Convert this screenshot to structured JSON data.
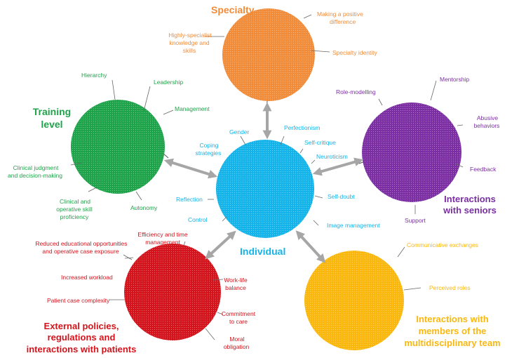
{
  "colors": {
    "specialty": "#F08C3A",
    "training": "#1FA34A",
    "individual": "#14B4EA",
    "seniors": "#7B2FA3",
    "external": "#D4141C",
    "team": "#FAB80F",
    "arrow": "#A6A6A6"
  },
  "specialty": {
    "title": "Specialty",
    "labels": [
      "Making a positive",
      "difference",
      "Highly-specialist",
      "knowledge and",
      "skills",
      "Specialty identity"
    ]
  },
  "training": {
    "title_line1": "Training",
    "title_line2": "level",
    "labels": [
      "Hierarchy",
      "Leadership",
      "Management",
      "Clinical judgment",
      "and decision-making",
      "Clinical and",
      "operative skill",
      "proficiency",
      "Autonomy"
    ]
  },
  "individual": {
    "title": "Individual",
    "labels": [
      "Gender",
      "Perfectionism",
      "Self-critique",
      "Coping",
      "strategies",
      "Neuroticism",
      "Reflection",
      "Self-doubt",
      "Control",
      "Image management"
    ]
  },
  "seniors": {
    "title_line1": "Interactions",
    "title_line2": "with seniors",
    "labels": [
      "Mentorship",
      "Role-modelling",
      "Abusive",
      "behaviors",
      "Feedback",
      "Support"
    ]
  },
  "external": {
    "title_line1": "External policies,",
    "title_line2": "regulations and",
    "title_line3": "interactions with patients",
    "labels": [
      "Efficiency and time",
      "management",
      "Reduced educational opportunities",
      "and operative case exposure",
      "Increased workload",
      "Work-life",
      "balance",
      "Patient case complexity",
      "Commitment",
      "to care",
      "Moral",
      "obligation"
    ]
  },
  "team": {
    "title_line1": "Interactions with",
    "title_line2": "members of the",
    "title_line3": "multidisciplinary team",
    "labels": [
      "Communicative exchanges",
      "Perceived roles"
    ]
  }
}
